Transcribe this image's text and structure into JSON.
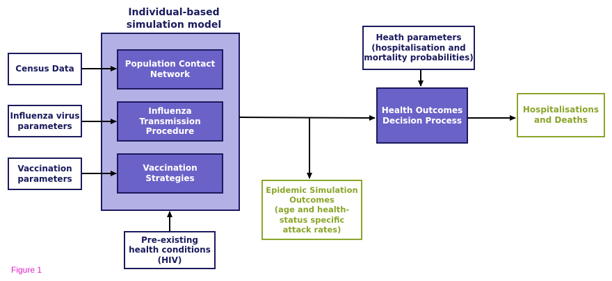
{
  "model": {
    "title_line1": "Individual-based",
    "title_line2": "simulation model",
    "components": [
      {
        "line1": "Population Contact",
        "line2": "Network",
        "line3": ""
      },
      {
        "line1": "Influenza",
        "line2": "Transmission",
        "line3": "Procedure"
      },
      {
        "line1": "Vaccination",
        "line2": "Strategies",
        "line3": ""
      }
    ]
  },
  "inputs": [
    {
      "line1": "Census Data",
      "line2": ""
    },
    {
      "line1": "Influenza virus",
      "line2": "parameters"
    },
    {
      "line1": "Vaccination",
      "line2": "parameters"
    }
  ],
  "preexisting": {
    "line1": "Pre-existing",
    "line2": "health conditions",
    "line3": "(HIV)"
  },
  "health_params": {
    "line1": "Heath parameters",
    "line2": "(hospitalisation and",
    "line3": "mortality probabilities)"
  },
  "decision": {
    "line1": "Health Outcomes",
    "line2": "Decision Process"
  },
  "outputs": {
    "final": {
      "line1": "Hospitalisations",
      "line2": "and Deaths"
    },
    "epidemic": {
      "line1": "Epidemic Simulation",
      "line2": "Outcomes",
      "line3": "(age and health-",
      "line4": "status specific",
      "line5": "attack rates)"
    }
  },
  "figure_label": "Figure 1",
  "colors": {
    "navy": "#1a1a5e",
    "model_bg": "#b3b0e6",
    "inner_fill": "#6b62c8",
    "green": "#8aa52a",
    "caption": "#e020c8"
  }
}
